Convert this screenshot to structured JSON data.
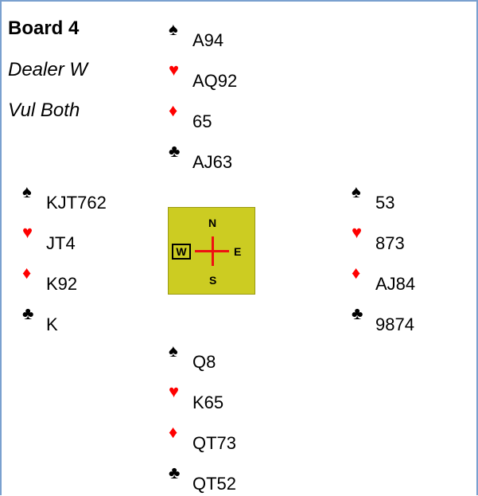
{
  "board": {
    "title": "Board 4",
    "dealer": "Dealer W",
    "vulnerability": "Vul Both"
  },
  "suit_symbols": {
    "spades": "♠",
    "hearts": "♥",
    "diamonds": "♦",
    "clubs": "♣"
  },
  "hands": {
    "north": {
      "spades": "A94",
      "hearts": "AQ92",
      "diamonds": "65",
      "clubs": "AJ63"
    },
    "west": {
      "spades": "KJT762",
      "hearts": "JT4",
      "diamonds": "K92",
      "clubs": "K"
    },
    "east": {
      "spades": "53",
      "hearts": "873",
      "diamonds": "AJ84",
      "clubs": "9874"
    },
    "south": {
      "spades": "Q8",
      "hearts": "K65",
      "diamonds": "QT73",
      "clubs": "QT52"
    }
  },
  "compass": {
    "north": "N",
    "east": "E",
    "south": "S",
    "west": "W",
    "highlighted": "W"
  },
  "colors": {
    "red_suit": "#ff0000",
    "compass_bg": "#cccc22",
    "border": "#7aa0cf"
  }
}
